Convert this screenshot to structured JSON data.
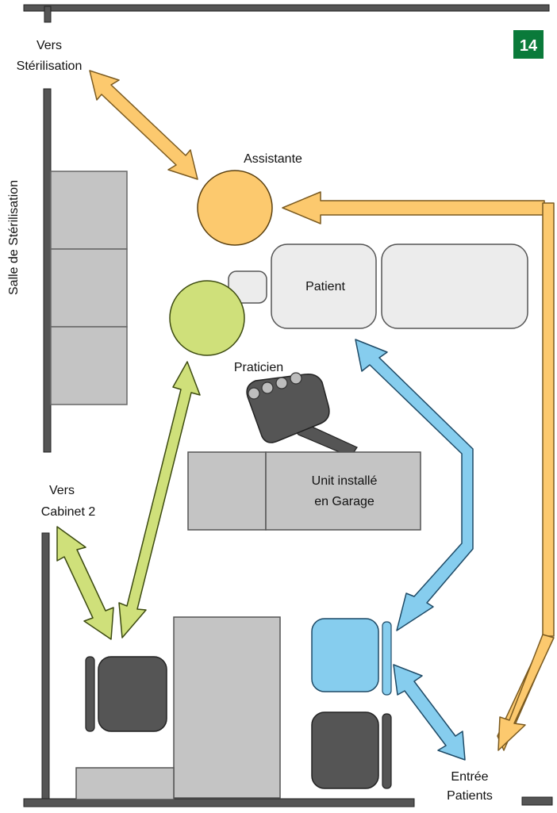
{
  "badge": {
    "number": "14",
    "color": "#0a7a3a"
  },
  "labels": {
    "vers_sterilisation_1": "Vers",
    "vers_sterilisation_2": "Stérilisation",
    "salle_sterilisation": "Salle de Stérilisation",
    "assistante": "Assistante",
    "patient": "Patient",
    "praticien": "Praticien",
    "unit_1": "Unit installé",
    "unit_2": "en Garage",
    "vers_cabinet_1": "Vers",
    "vers_cabinet_2": "Cabinet 2",
    "entree_1": "Entrée",
    "entree_2": "Patients"
  },
  "colors": {
    "wall": "#555555",
    "furniture": "#c4c4c4",
    "patient_chair": "#ececec",
    "assistante": "#fcc96e",
    "praticien": "#cfe07a",
    "patient_flow": "#86cdee",
    "dark_seat": "#555555"
  }
}
